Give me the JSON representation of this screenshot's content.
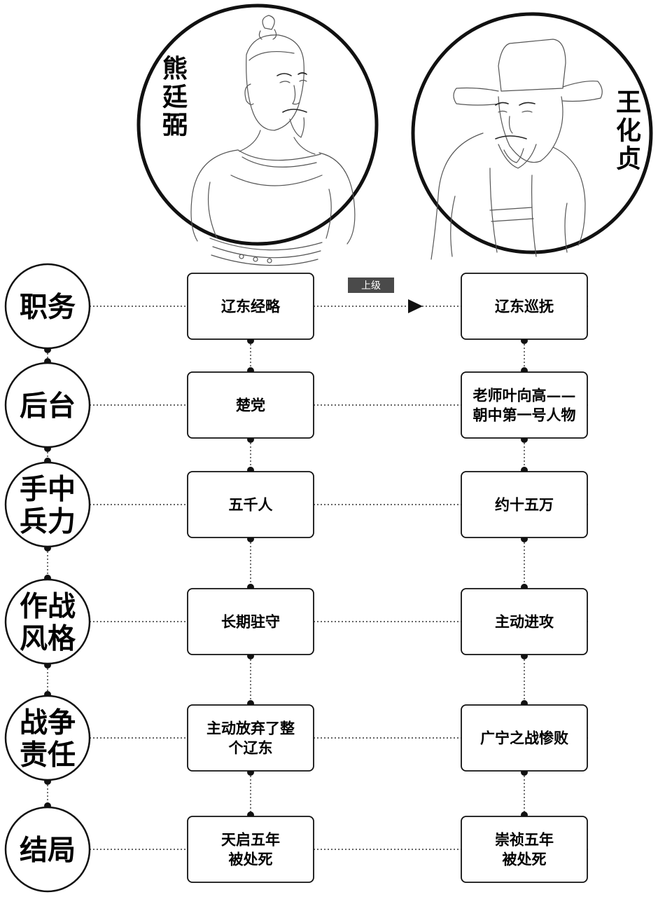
{
  "figures": {
    "left": {
      "name": "熊廷弼"
    },
    "right": {
      "name": "王化贞"
    }
  },
  "relation_label": "上级",
  "rows": [
    {
      "category": [
        "职务"
      ],
      "left": [
        "辽东经略"
      ],
      "right": [
        "辽东巡抚"
      ]
    },
    {
      "category": [
        "后台"
      ],
      "left": [
        "楚党"
      ],
      "right": [
        "老师叶向高——",
        "朝中第一号人物"
      ]
    },
    {
      "category": [
        "手中",
        "兵力"
      ],
      "left": [
        "五千人"
      ],
      "right": [
        "约十五万"
      ]
    },
    {
      "category": [
        "作战",
        "风格"
      ],
      "left": [
        "长期驻守"
      ],
      "right": [
        "主动进攻"
      ]
    },
    {
      "category": [
        "战争",
        "责任"
      ],
      "left": [
        "主动放弃了整",
        "个辽东"
      ],
      "right": [
        "广宁之战惨败"
      ]
    },
    {
      "category": [
        "结局"
      ],
      "left": [
        "天启五年",
        "被处死"
      ],
      "right": [
        "崇祯五年",
        "被处死"
      ]
    }
  ]
}
